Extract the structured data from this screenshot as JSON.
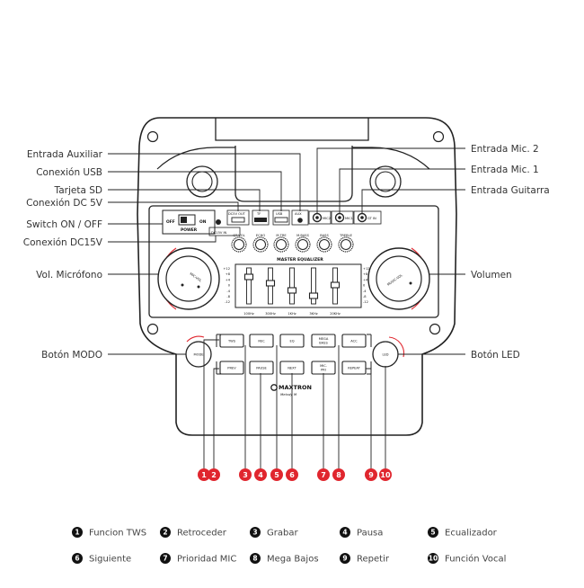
{
  "callouts_left": [
    "Entrada Auxiliar",
    "Conexión USB",
    "Tarjeta SD",
    "Conexión DC 5V",
    "Switch ON / OFF",
    "Conexión DC15V",
    "Vol. Micrófono",
    "Botón MODO"
  ],
  "callouts_right": [
    "Entrada Mic. 2",
    "Entrada Mic. 1",
    "Entrada Guitarra",
    "Volumen",
    "Botón LED"
  ],
  "panel": {
    "switch_off": "OFF",
    "switch_on": "ON",
    "power": "POWER",
    "dc5v_out": "DC5V OUT",
    "dc15v_in": "DC15V IN",
    "tf": "TF",
    "usb": "USB",
    "aux": "AUX",
    "mic1": "MIC1",
    "mic2": "MIC2",
    "gt_in": "GT IN",
    "mic_vol": "MIC-VOL",
    "music_vol": "MUSIC-VOL",
    "knobs": [
      "GT VOL",
      "ECHO",
      "M.TRE",
      "M.BASS",
      "BASS",
      "TREBLE"
    ],
    "eq_title": "MASTER EQUALIZER",
    "eq_scale": [
      "+12",
      "+8",
      "+4",
      "0",
      "-4",
      "-8",
      "-12"
    ],
    "eq_freqs": [
      "100Hz",
      "300Hz",
      "1KHz",
      "3KHz",
      "20KHz"
    ],
    "buttons_top": [
      "TWS",
      "REC",
      "EQ",
      "MEGA BASS",
      "ACC"
    ],
    "buttons_bottom": [
      "PREV",
      "PAUSE",
      "NEXT",
      "MIC. PRI",
      "REPEAT"
    ],
    "mode": "MODE",
    "led": "LED",
    "brand": "MAXTRON",
    "brand_tagline": "Melody M"
  },
  "markers": [
    "1",
    "2",
    "3",
    "4",
    "5",
    "6",
    "7",
    "8",
    "9",
    "10"
  ],
  "legend": [
    {
      "num": "1",
      "text": "Funcion TWS"
    },
    {
      "num": "2",
      "text": "Retroceder"
    },
    {
      "num": "3",
      "text": "Grabar"
    },
    {
      "num": "4",
      "text": "Pausa"
    },
    {
      "num": "5",
      "text": "Ecualizador"
    },
    {
      "num": "6",
      "text": "Siguiente"
    },
    {
      "num": "7",
      "text": "Prioridad MIC"
    },
    {
      "num": "8",
      "text": "Mega Bajos"
    },
    {
      "num": "9",
      "text": "Repetir"
    },
    {
      "num": "10",
      "text": "Función Vocal"
    }
  ],
  "colors": {
    "accent": "#e0262e",
    "line": "#222222",
    "text": "#333333"
  }
}
